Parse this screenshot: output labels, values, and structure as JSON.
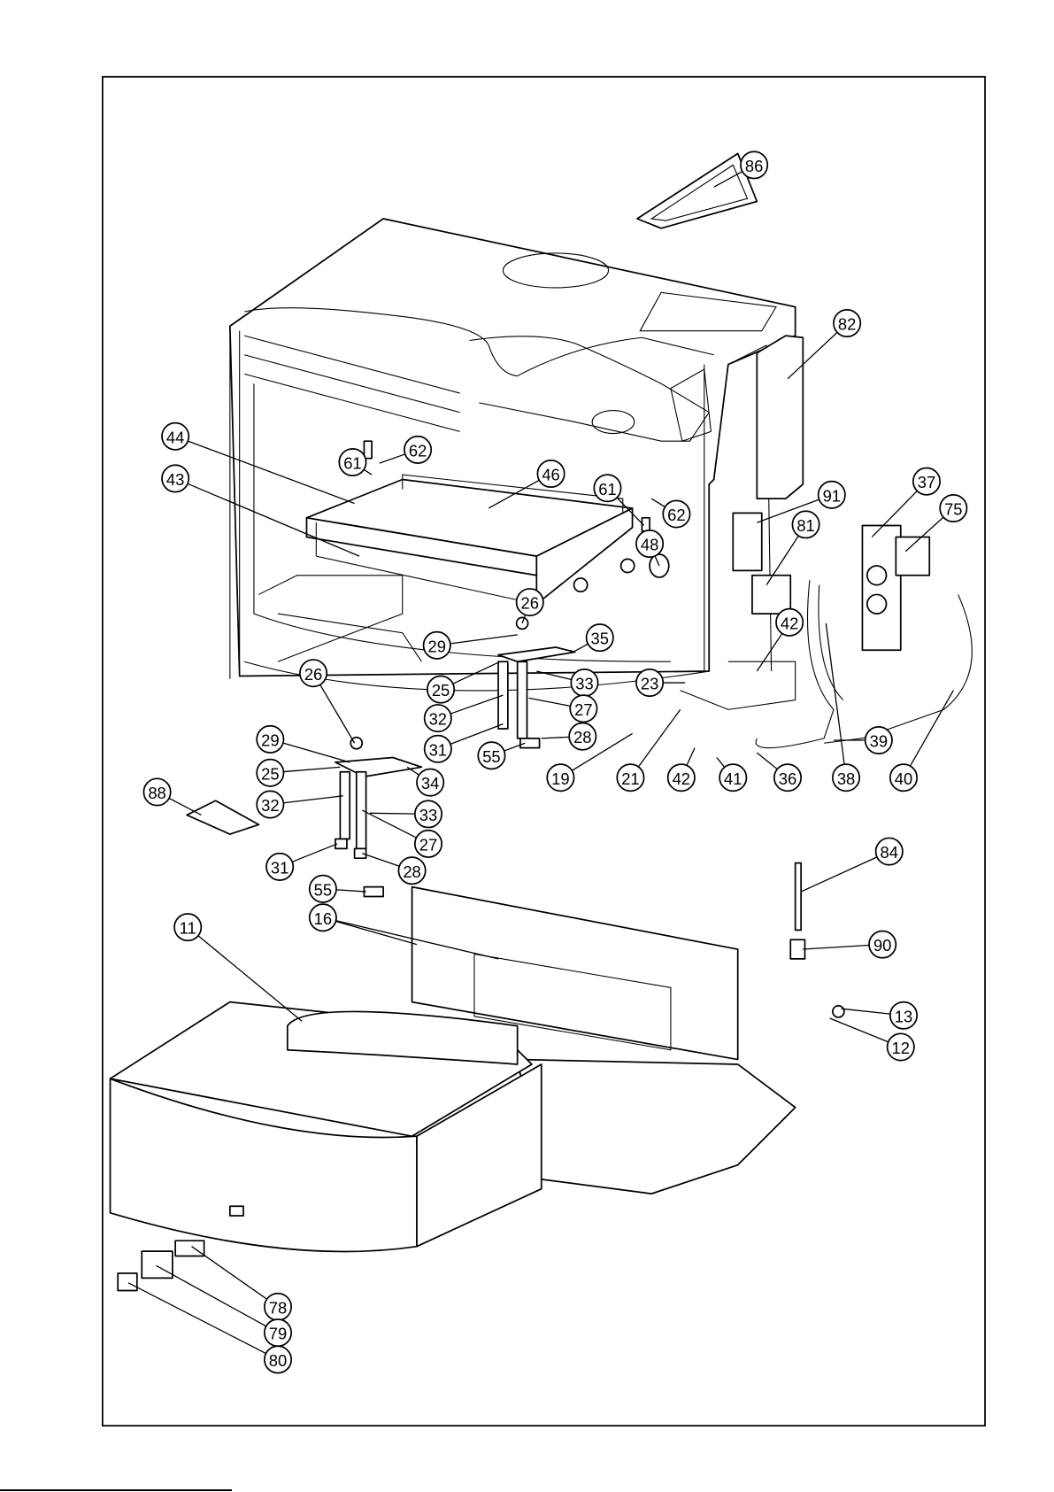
{
  "diagram": {
    "type": "exploded-parts-view",
    "callouts": [
      "86",
      "82",
      "44",
      "62",
      "61",
      "43",
      "46",
      "61",
      "62",
      "91",
      "37",
      "75",
      "81",
      "48",
      "26",
      "42",
      "35",
      "29",
      "26",
      "25",
      "33",
      "23",
      "32",
      "27",
      "31",
      "28",
      "55",
      "19",
      "21",
      "42",
      "41",
      "36",
      "38",
      "39",
      "40",
      "29",
      "25",
      "34",
      "32",
      "33",
      "88",
      "27",
      "31",
      "28",
      "55",
      "16",
      "84",
      "11",
      "90",
      "13",
      "12",
      "78",
      "79",
      "80"
    ]
  }
}
